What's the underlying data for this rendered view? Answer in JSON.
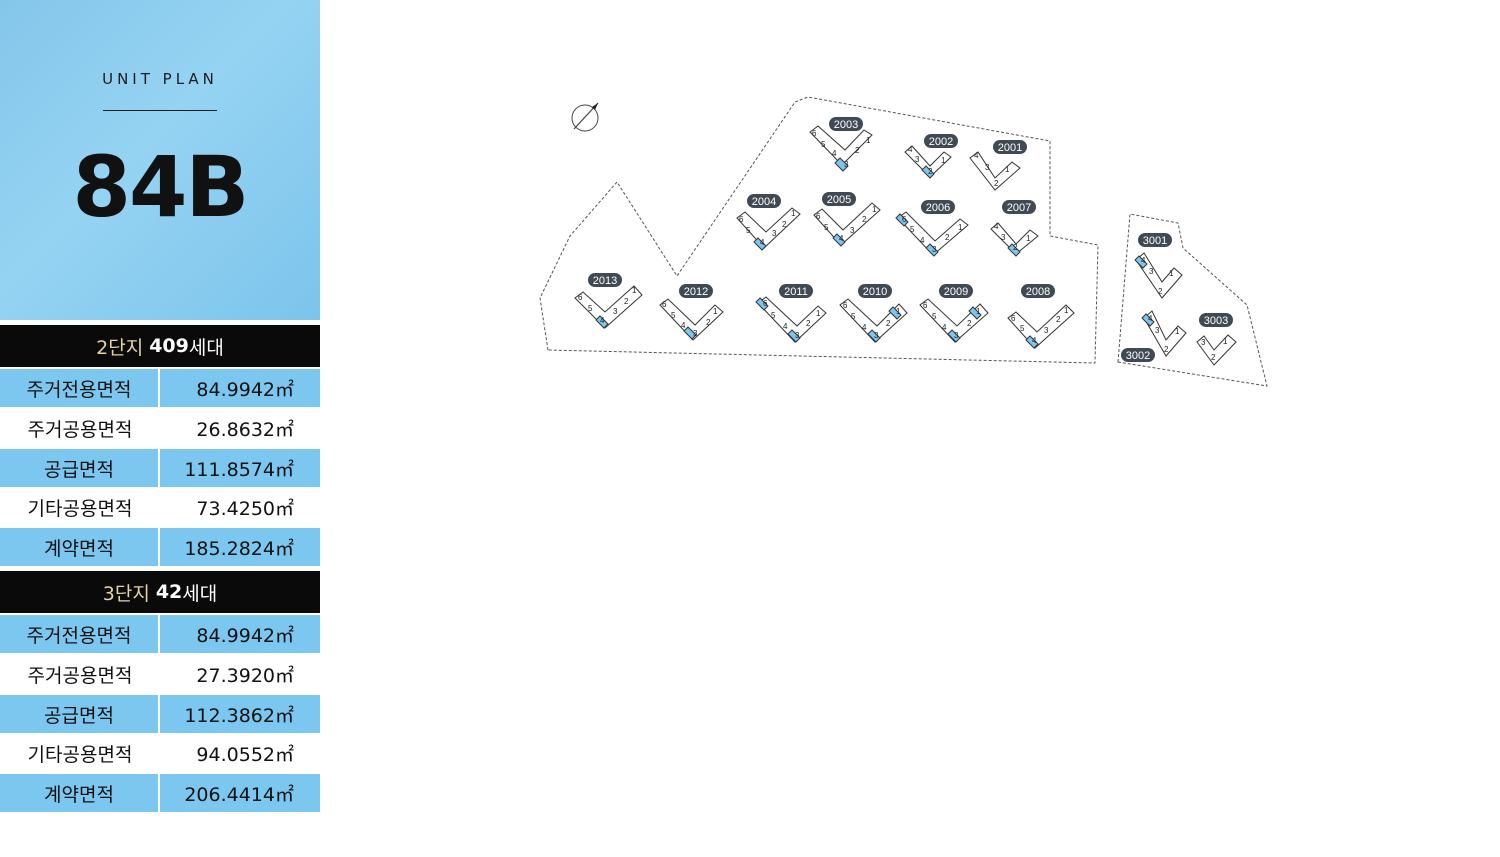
{
  "hero": {
    "eyebrow": "UNIT PLAN",
    "unit": "84B"
  },
  "complex2": {
    "label": "2단지",
    "count": "409",
    "suffix": "세대",
    "rows": [
      {
        "key": "주거전용면적",
        "value": "84.9942㎡"
      },
      {
        "key": "주거공용면적",
        "value": "26.8632㎡"
      },
      {
        "key": "공급면적",
        "value": "111.8574㎡"
      },
      {
        "key": "기타공용면적",
        "value": "73.4250㎡"
      },
      {
        "key": "계약면적",
        "value": "185.2824㎡"
      }
    ]
  },
  "complex3": {
    "label": "3단지",
    "count": "42",
    "suffix": "세대",
    "rows": [
      {
        "key": "주거전용면적",
        "value": "84.9942㎡"
      },
      {
        "key": "주거공용면적",
        "value": "27.3920㎡"
      },
      {
        "key": "공급면적",
        "value": "112.3862㎡"
      },
      {
        "key": "기타공용면적",
        "value": "94.0552㎡"
      },
      {
        "key": "계약면적",
        "value": "206.4414㎡"
      }
    ]
  },
  "siteplan": {
    "buildings": [
      {
        "id": "2003",
        "units": "6 5 4 3 2 1",
        "highlight": "3"
      },
      {
        "id": "2002",
        "units": "4 3 2 1",
        "highlight": "2"
      },
      {
        "id": "2001",
        "units": "4 3 1 2",
        "highlight": ""
      },
      {
        "id": "2004",
        "units": "6 5 4 3 2 1",
        "highlight": "4"
      },
      {
        "id": "2005",
        "units": "6 5 4 3 2 1",
        "highlight": "4"
      },
      {
        "id": "2006",
        "units": "6 5 4 3 2 1",
        "highlight": "6 3"
      },
      {
        "id": "2007",
        "units": "4 3 2 1",
        "highlight": "2"
      },
      {
        "id": "2013",
        "units": "6 5 4 3 2 1",
        "highlight": "4"
      },
      {
        "id": "2012",
        "units": "6 5 4 3 2 1",
        "highlight": "3"
      },
      {
        "id": "2011",
        "units": "6 5 4 3 2 1",
        "highlight": "6 3"
      },
      {
        "id": "2010",
        "units": "6 5 4 3 2 1",
        "highlight": "3 1"
      },
      {
        "id": "2009",
        "units": "6 5 4 3 2 1",
        "highlight": "3 1"
      },
      {
        "id": "2008",
        "units": "6 5 4 3 2 1",
        "highlight": "4"
      },
      {
        "id": "3001",
        "units": "4 3 1 2",
        "highlight": "4"
      },
      {
        "id": "3002",
        "units": "4 3 1 2",
        "highlight": "4"
      },
      {
        "id": "3003",
        "units": "3 1 2",
        "highlight": ""
      }
    ]
  }
}
